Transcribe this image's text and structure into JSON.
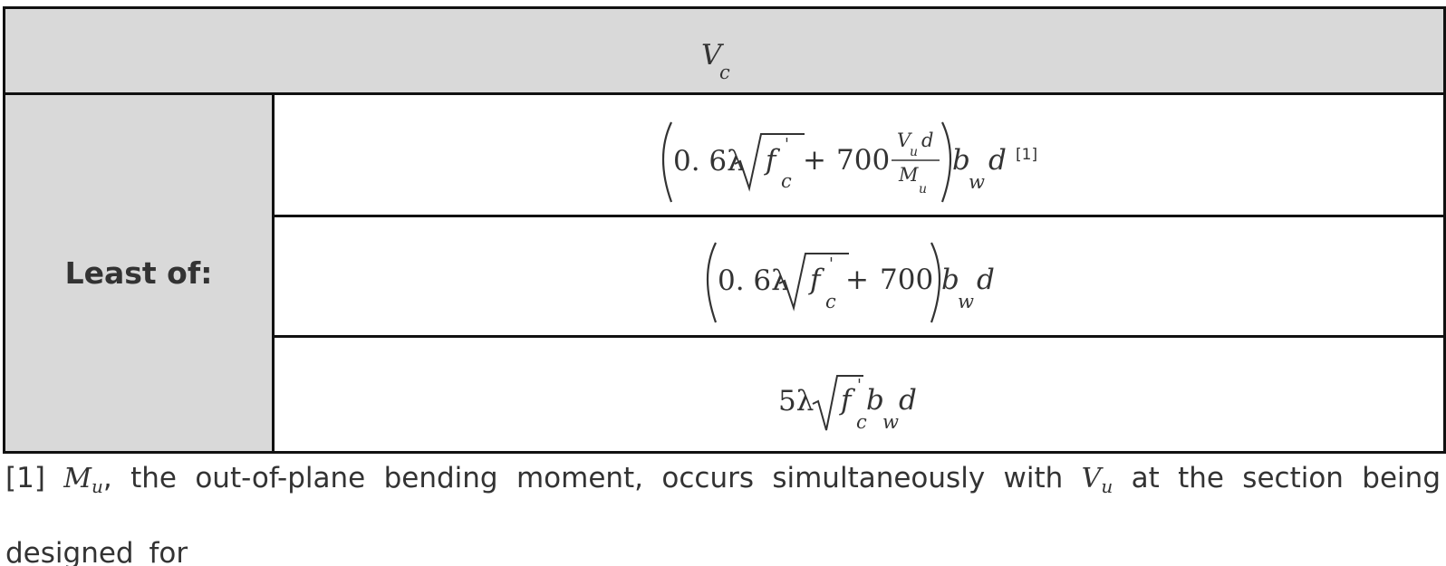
{
  "table": {
    "header": {
      "symbol": "V",
      "subscript": "c"
    },
    "side_label": "Least of:",
    "rows": [
      {
        "coef": "0. 6λ",
        "f": "f",
        "prime": "'",
        "c": "c",
        "plus": "+",
        "num": "700",
        "frac_num_v": "V",
        "frac_num_sub": "u",
        "frac_num_d": "d",
        "frac_den_m": "M",
        "frac_den_sub": "u",
        "b": "b",
        "w": "w",
        "d": "d",
        "ref": "[1]"
      },
      {
        "coef": "0. 6λ",
        "f": "f",
        "prime": "'",
        "c": "c",
        "plus": "+",
        "num": "700",
        "b": "b",
        "w": "w",
        "d": "d"
      },
      {
        "coef": "5λ",
        "f": "f",
        "prime": "'",
        "c": "c",
        "b": "b",
        "w": "w",
        "d": "d"
      }
    ]
  },
  "footnote": {
    "marker": "[1]",
    "m_symbol": "M",
    "m_sub": "u",
    "text_1": ", the out-of-plane bending moment, occurs simultaneously with",
    "v_symbol": "V",
    "v_sub": "u",
    "text_2": "at the section being designed for"
  }
}
